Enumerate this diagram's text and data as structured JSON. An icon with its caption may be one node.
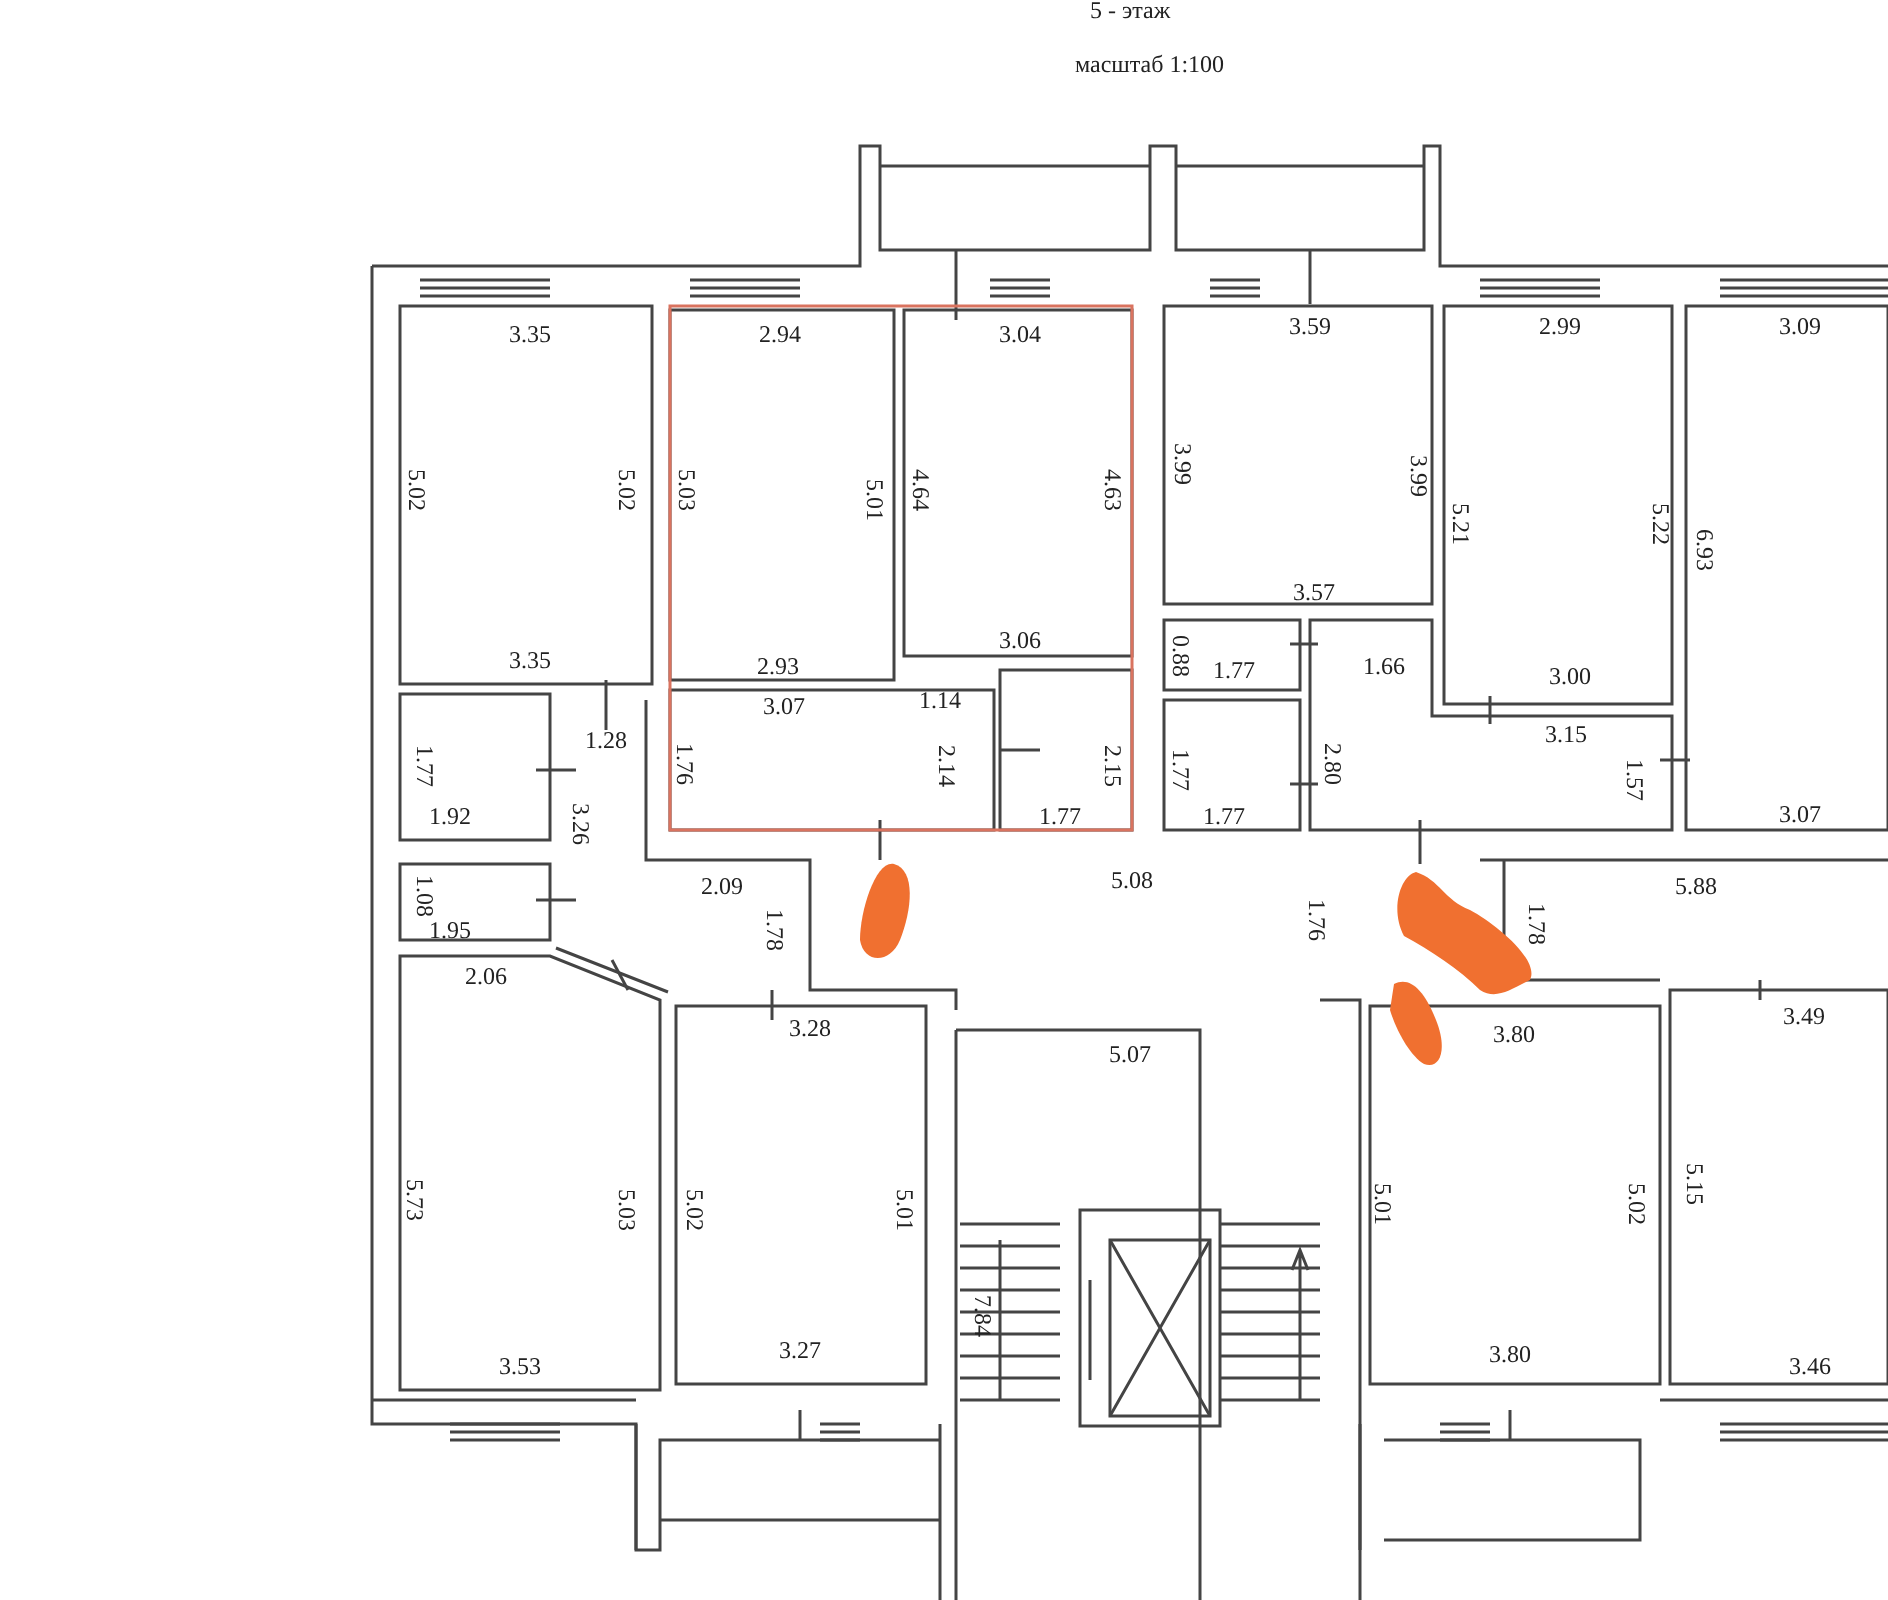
{
  "diagram": {
    "title": "5 - этаж",
    "labels": [
      "масштаб 1:100",
      "3.35",
      "2.94",
      "3.04",
      "3.59",
      "2.99",
      "3.09",
      "5.02",
      "5.02",
      "5.03",
      "5.01",
      "4.64",
      "4.63",
      "3.99",
      "3.99",
      "5.21",
      "5.22",
      "6.93",
      "3.57",
      "3.35",
      "2.93",
      "3.06",
      "0.88",
      "1.77",
      "1.66",
      "3.00",
      "3.07",
      "1.14",
      "1.28",
      "3.15",
      "1.77",
      "1.76",
      "2.14",
      "2.15",
      "1.77",
      "2.80",
      "1.57",
      "3.26",
      "1.92",
      "1.77",
      "1.77",
      "3.07",
      "2.09",
      "5.08",
      "5.88",
      "1.08",
      "1.95",
      "1.78",
      "1.76",
      "1.78",
      "2.06",
      "3.28",
      "3.80",
      "3.49",
      "5.07",
      "5.73",
      "5.03",
      "5.02",
      "5.01",
      "5.01",
      "5.02",
      "5.15",
      "7.84",
      "3.53",
      "3.27",
      "3.80",
      "3.46"
    ]
  }
}
